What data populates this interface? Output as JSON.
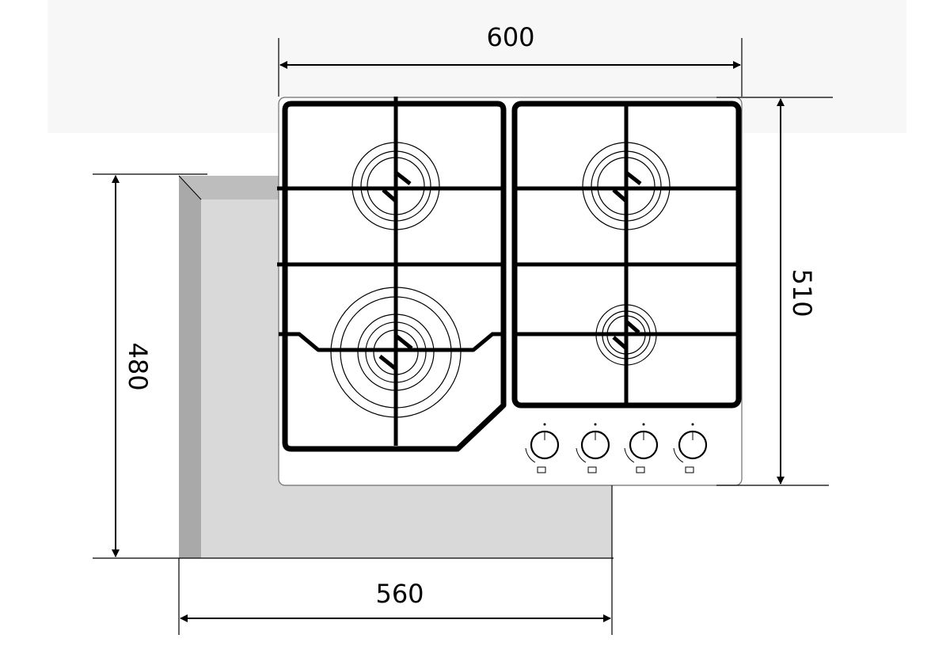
{
  "dimensions": {
    "hob_width": "600",
    "hob_depth": "510",
    "cutout_width": "560",
    "cutout_depth": "480"
  },
  "colors": {
    "cutout_face": "#d9d9d9",
    "cutout_side": "#a9a9a9",
    "cutout_top": "#bdbdbd",
    "background_band": "#f7f7f7",
    "line": "#000000"
  },
  "burners": [
    {
      "name": "rear-left",
      "rings": 3
    },
    {
      "name": "rear-right",
      "rings": 3
    },
    {
      "name": "front-left",
      "rings": 5
    },
    {
      "name": "front-right",
      "rings": 3
    }
  ],
  "knobs": [
    {
      "name": "knob-1"
    },
    {
      "name": "knob-2"
    },
    {
      "name": "knob-3"
    },
    {
      "name": "knob-4"
    }
  ]
}
